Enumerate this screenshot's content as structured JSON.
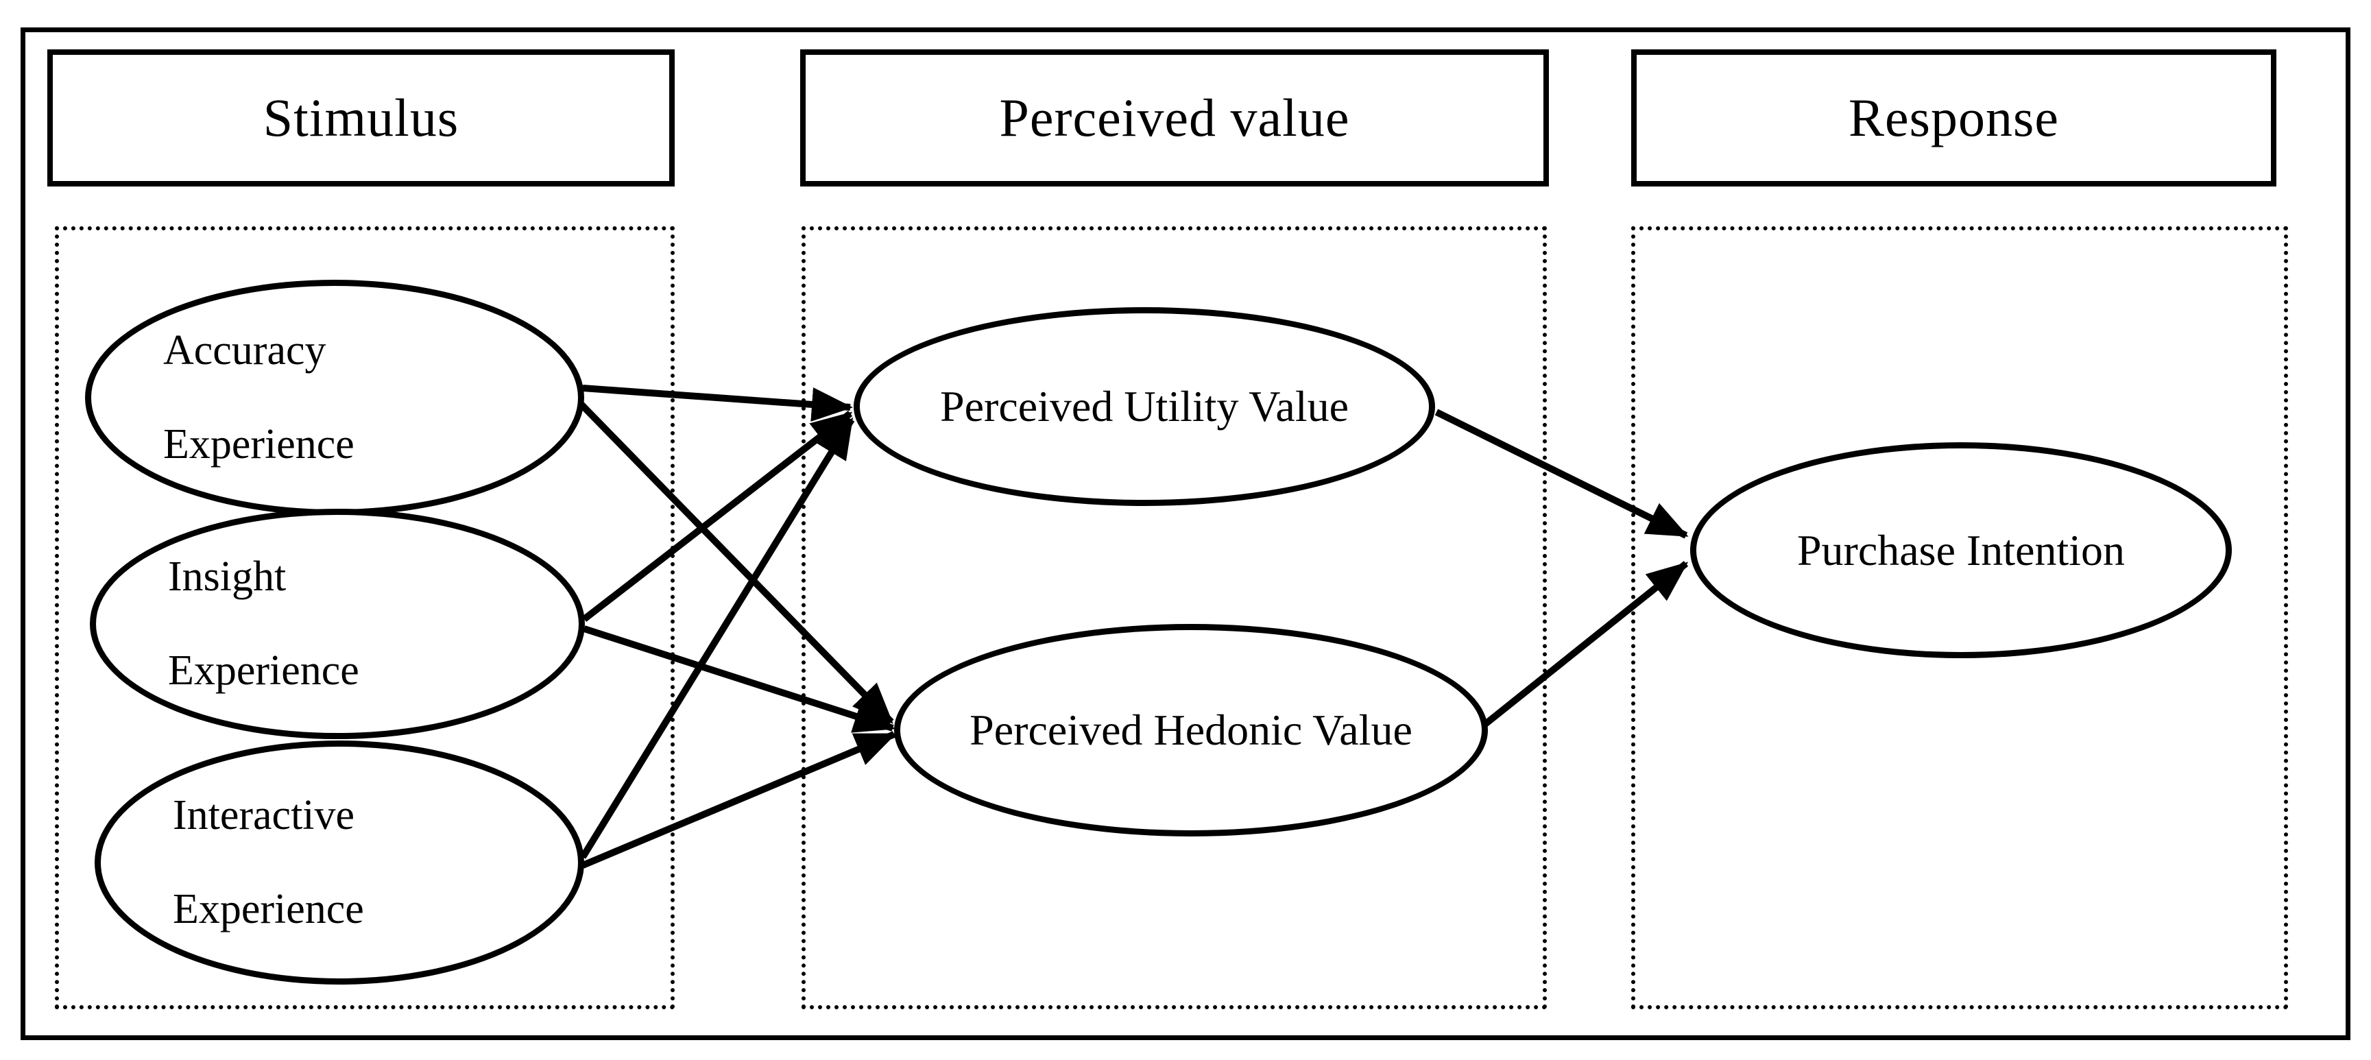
{
  "diagram": {
    "columns": [
      {
        "header": "Stimulus",
        "nodes": [
          {
            "line1": "Accuracy",
            "line2": "Experience"
          },
          {
            "line1": "Insight",
            "line2": "Experience"
          },
          {
            "line1": "Interactive",
            "line2": "Experience"
          }
        ]
      },
      {
        "header": "Perceived value",
        "nodes": [
          {
            "label": "Perceived Utility Value"
          },
          {
            "label": "Perceived Hedonic Value"
          }
        ]
      },
      {
        "header": "Response",
        "nodes": [
          {
            "label": "Purchase Intention"
          }
        ]
      }
    ],
    "edges": [
      {
        "from": "Accuracy Experience",
        "to": "Perceived Utility Value"
      },
      {
        "from": "Accuracy Experience",
        "to": "Perceived Hedonic Value"
      },
      {
        "from": "Insight Experience",
        "to": "Perceived Utility Value"
      },
      {
        "from": "Insight Experience",
        "to": "Perceived Hedonic Value"
      },
      {
        "from": "Interactive Experience",
        "to": "Perceived Utility Value"
      },
      {
        "from": "Interactive Experience",
        "to": "Perceived Hedonic Value"
      },
      {
        "from": "Perceived Utility Value",
        "to": "Purchase Intention"
      },
      {
        "from": "Perceived Hedonic Value",
        "to": "Purchase Intention"
      }
    ],
    "colors": {
      "stroke": "#000000",
      "text": "#000000",
      "background": "#ffffff"
    }
  }
}
